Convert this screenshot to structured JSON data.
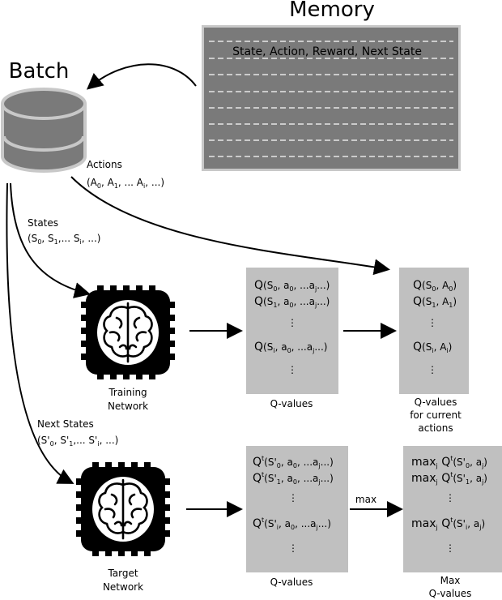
{
  "memory": {
    "title": "Memory",
    "header": "State, Action, Reward, Next State"
  },
  "batch": {
    "title": "Batch"
  },
  "edges": {
    "actions_label": "Actions",
    "actions_values": "(A0, A1, ... Ai, ...)",
    "states_label": "States",
    "states_values": "(S0, S1,... Si, ...)",
    "next_states_label": "Next States",
    "next_states_values": "(S'0, S'1,... S'i, ...)",
    "max_label": "max"
  },
  "networks": {
    "training": {
      "line1": "Training",
      "line2": "Network",
      "icon": "brain-chip-icon"
    },
    "target": {
      "line1": "Target",
      "line2": "Network",
      "icon": "brain-chip-icon"
    }
  },
  "boxes": {
    "training_q": {
      "rows": [
        "Q(S0, a0, ...aj...)",
        "Q(S1, a0, ...aj...)",
        "⋮",
        "Q(Si, a0, ...aj...)",
        "⋮"
      ],
      "caption": "Q-values"
    },
    "current_q": {
      "rows": [
        "Q(S0, A0)",
        "Q(S1, A1)",
        "⋮",
        "Q(Si, Ai)",
        "⋮"
      ],
      "caption_lines": [
        "Q-values",
        "for current",
        "actions"
      ]
    },
    "target_q": {
      "rows": [
        "Qt(S'0, a0, ...aj...)",
        "Qt(S'1, a0, ...aj...)",
        "⋮",
        "Qt(S'i, a0, ...aj...)",
        "⋮"
      ],
      "caption": "Q-values"
    },
    "max_q": {
      "rows": [
        "maxj Qt(S'0, aj)",
        "maxj Qt(S'1, aj)",
        "⋮",
        "maxj Qt(S'i, aj)",
        "⋮"
      ],
      "caption_lines": [
        "Max",
        "Q-values"
      ]
    }
  },
  "colors": {
    "memory_fill": "#7a7a7a",
    "memory_border": "#c8c8c8",
    "box_fill": "#c0c0c0",
    "batch_fill": "#7a7a7a",
    "batch_stroke": "#c8c8c8"
  }
}
